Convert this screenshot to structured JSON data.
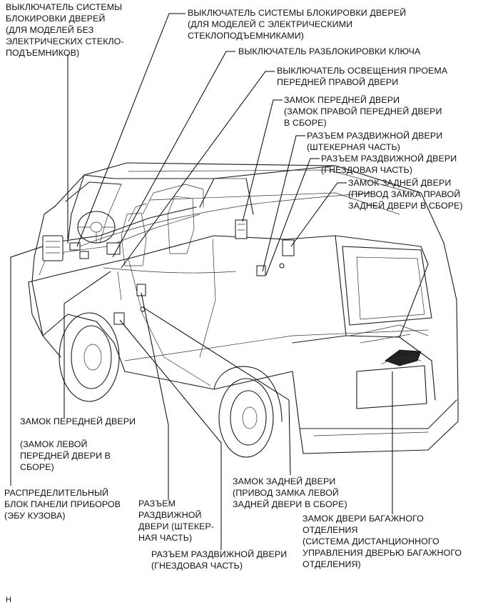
{
  "labels": {
    "door_lock_sw_no_pw": "ВЫКЛЮЧАТЕЛЬ СИСТЕМЫ\nБЛОКИРОВКИ ДВЕРЕЙ\n(ДЛЯ МОДЕЛЕЙ БЕЗ\nЭЛЕКТРИЧЕСКИХ СТЕКЛО-\nПОДЪЕМНИКОВ)",
    "door_lock_sw_pw": "ВЫКЛЮЧАТЕЛЬ СИСТЕМЫ БЛОКИРОВКИ ДВЕРЕЙ\n(ДЛЯ МОДЕЛЕЙ С ЭЛЕКТРИЧЕСКИМИ\nСТЕКЛОПОДЪЕМНИКАМИ)",
    "key_unlock_sw": "ВЫКЛЮЧАТЕЛЬ РАЗБЛОКИРОВКИ КЛЮЧА",
    "front_rh_door_courtesy_sw": "ВЫКЛЮЧАТЕЛЬ ОСВЕЩЕНИЯ ПРОЕМА\nПЕРЕДНЕЙ ПРАВОЙ ДВЕРИ",
    "front_door_lock_rh": "ЗАМОК ПЕРЕДНЕЙ ДВЕРИ\n(ЗАМОК ПРАВОЙ ПЕРЕДНЕЙ ДВЕРИ\nВ СБОРЕ)",
    "slide_door_conn_plug": "РАЗЪЕМ РАЗДВИЖНОЙ ДВЕРИ\n(ШТЕКЕРНАЯ ЧАСТЬ)",
    "slide_door_conn_jack": "РАЗЪЕМ РАЗДВИЖНОЙ ДВЕРИ\n(ГНЕЗДОВАЯ ЧАСТЬ)",
    "rear_door_lock_rh": "ЗАМОК ЗАДНЕЙ ДВЕРИ\n(ПРИВОД ЗАМКА ПРАВОЙ\nЗАДНЕЙ ДВЕРИ В СБОРЕ)",
    "front_door_lock_lh": "ЗАМОК ПЕРЕДНЕЙ ДВЕРИ\n\n(ЗАМОК ЛЕВОЙ\nПЕРЕДНЕЙ ДВЕРИ В\nСБОРЕ)",
    "instrument_panel_jb": "РАСПРЕДЕЛИТЕЛЬНЫЙ\nБЛОК ПАНЕЛИ ПРИБОРОВ\n(ЭБУ КУЗОВА)",
    "slide_door_conn_plug_2": "РАЗЪЕМ\nРАЗДВИЖНОЙ\nДВЕРИ (ШТЕКЕР-\nНАЯ ЧАСТЬ)",
    "slide_door_conn_jack_2": "РАЗЪЕМ РАЗДВИЖНОЙ ДВЕРИ\n(ГНЕЗДОВАЯ ЧАСТЬ)",
    "rear_door_lock_lh": "ЗАМОК ЗАДНЕЙ ДВЕРИ\n(ПРИВОД ЗАМКА ЛЕВОЙ\nЗАДНЕЙ ДВЕРИ В СБОРЕ)",
    "back_door_lock": "ЗАМОК ДВЕРИ БАГАЖНОГО\nОТДЕЛЕНИЯ\n(СИСТЕМА ДИСТАНЦИОННОГО\nУПРАВЛЕНИЯ ДВЕРЬЮ БАГАЖНОГО\nОТДЕЛЕНИЯ)",
    "footer_code": "H"
  }
}
